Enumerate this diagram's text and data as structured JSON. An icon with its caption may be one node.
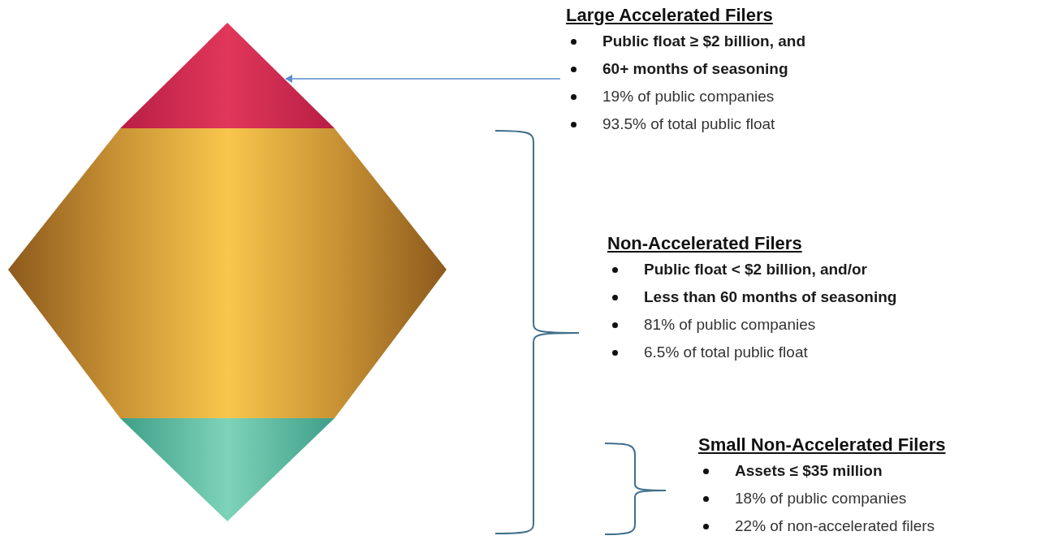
{
  "diagram": {
    "nodes": [
      {
        "text": [],
        "shape": "triangle"
      },
      {
        "text": [],
        "shape": "band"
      },
      {
        "text": [],
        "shape": "triangle"
      },
      {
        "text": [
          "Large Accelerated Filers",
          "Public float ≥ $2 billion, and",
          "60+ months of seasoning",
          "19% of public companies",
          "93.5% of total public float"
        ]
      },
      {
        "text": [
          "Non-Accelerated Filers",
          "Public float < $2 billion, and/or",
          "Less than 60 months of seasoning",
          "81% of public companies",
          "6.5% of total public float"
        ]
      },
      {
        "text": [
          "Small Non-Accelerated Filers",
          "Assets ≤ $35 million",
          "18% of public companies",
          "22% of non-accelerated filers"
        ]
      }
    ],
    "edges": [
      {
        "from": 3,
        "to": 0,
        "arrow": "to",
        "color": "#5b8fd0"
      }
    ]
  }
}
